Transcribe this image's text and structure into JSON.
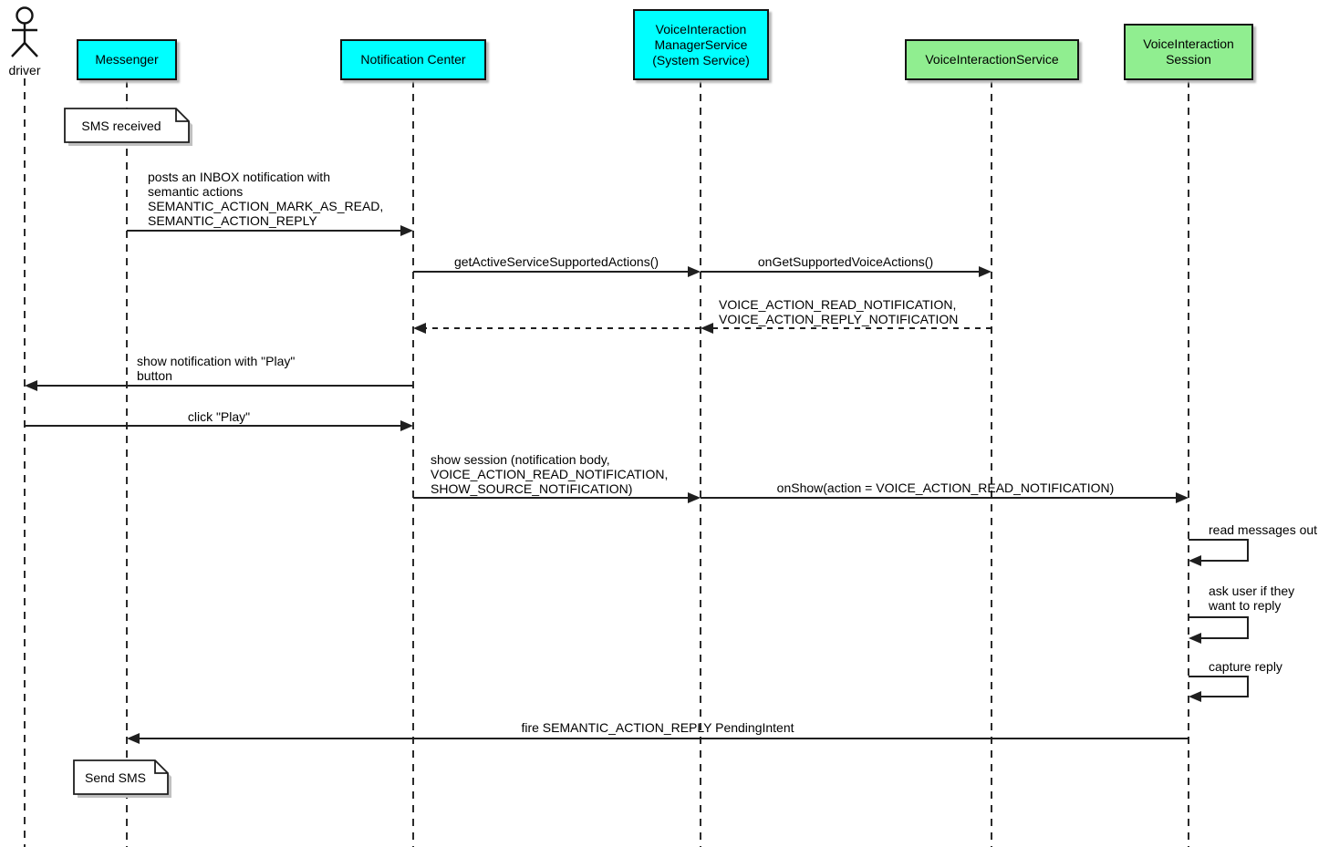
{
  "colors": {
    "system_box": "#00ffff",
    "service_box": "#90ee90",
    "note_bg": "#ffffff",
    "line": "#1f1f1f",
    "background": "#ffffff"
  },
  "actor": {
    "name": "driver"
  },
  "participants": {
    "messenger": {
      "name": "Messenger",
      "kind": "system"
    },
    "notification_center": {
      "name": "Notification Center",
      "kind": "system"
    },
    "vims": {
      "line1": "VoiceInteraction",
      "line2": "ManagerService",
      "line3": "(System Service)",
      "kind": "system"
    },
    "vis": {
      "name": "VoiceInteractionService",
      "kind": "service"
    },
    "session": {
      "line1": "VoiceInteraction",
      "line2": "Session",
      "kind": "service"
    }
  },
  "notes": {
    "sms_received": "SMS received",
    "send_sms": "Send SMS"
  },
  "messages": {
    "posts_inbox": {
      "from": "Messenger",
      "to": "Notification Center",
      "arrow": "solid",
      "line1": "posts an INBOX notification with",
      "line2": "semantic actions",
      "line3": "SEMANTIC_ACTION_MARK_AS_READ,",
      "line4": "SEMANTIC_ACTION_REPLY"
    },
    "get_active_actions": {
      "from": "Notification Center",
      "to": "VoiceInteraction ManagerService",
      "arrow": "solid",
      "label": "getActiveServiceSupportedActions()"
    },
    "on_get_supported": {
      "from": "VoiceInteraction ManagerService",
      "to": "VoiceInteractionService",
      "arrow": "solid",
      "label": "onGetSupportedVoiceActions()"
    },
    "voice_actions_return": {
      "from": "VoiceInteractionService",
      "to": "VoiceInteraction ManagerService",
      "arrow": "dashed-return",
      "line1": "VOICE_ACTION_READ_NOTIFICATION,",
      "line2": "VOICE_ACTION_REPLY_NOTIFICATION"
    },
    "show_notification": {
      "from": "Notification Center",
      "to": "driver",
      "arrow": "solid",
      "line1": "show notification with \"Play\"",
      "line2": "button"
    },
    "click_play": {
      "from": "driver",
      "to": "Notification Center",
      "arrow": "solid",
      "label": "click \"Play\""
    },
    "show_session": {
      "from": "Notification Center",
      "to": "VoiceInteraction ManagerService",
      "arrow": "solid",
      "line1": "show session (notification body,",
      "line2": "VOICE_ACTION_READ_NOTIFICATION,",
      "line3": "SHOW_SOURCE_NOTIFICATION)"
    },
    "on_show": {
      "from": "VoiceInteraction ManagerService",
      "to": "VoiceInteraction Session",
      "arrow": "solid",
      "label": "onShow(action = VOICE_ACTION_READ_NOTIFICATION)"
    },
    "read_messages": {
      "from": "VoiceInteraction Session",
      "to": "VoiceInteraction Session",
      "arrow": "self",
      "label": "read messages out"
    },
    "ask_user": {
      "from": "VoiceInteraction Session",
      "to": "VoiceInteraction Session",
      "arrow": "self",
      "line1": "ask user if they",
      "line2": "want to reply"
    },
    "capture_reply": {
      "from": "VoiceInteraction Session",
      "to": "VoiceInteraction Session",
      "arrow": "self",
      "label": "capture reply"
    },
    "fire_reply": {
      "from": "VoiceInteraction Session",
      "to": "Messenger",
      "arrow": "solid",
      "label": "fire SEMANTIC_ACTION_REPLY PendingIntent"
    }
  }
}
